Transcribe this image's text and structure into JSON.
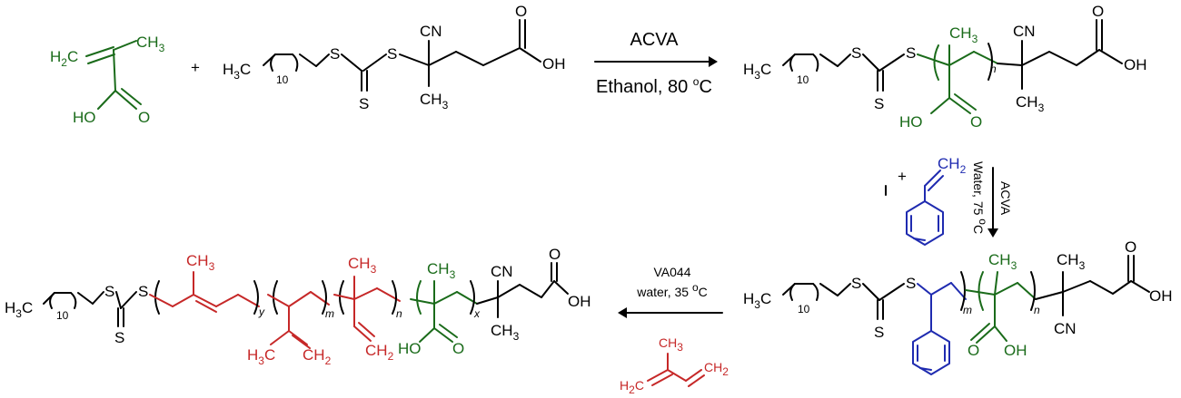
{
  "colors": {
    "black": "#000000",
    "green": "#1a6b1a",
    "red": "#c62828",
    "blue": "#1f2bb0"
  },
  "reactants": {
    "plus": "+",
    "maa": {
      "h2c": "H2C",
      "ch3": "CH3",
      "ho": "HO",
      "o": "O"
    },
    "cta": {
      "h3c": "H3C",
      "ten": "10",
      "s1": "S",
      "s2": "S",
      "s3": "S",
      "cn": "CN",
      "ch3": "CH3",
      "oh": "OH",
      "o": "O"
    }
  },
  "step1": {
    "reagent": "ACVA",
    "conditions": "Ethanol, 80 °C"
  },
  "macro_cta": {
    "h3c": "H3C",
    "ten": "10",
    "s1": "S",
    "s2": "S",
    "s3": "S",
    "ch3": "CH3",
    "n": "n",
    "ho": "HO",
    "o": "O",
    "cn": "CN",
    "ch3b": "CH3",
    "oh": "OH",
    "oo": "O"
  },
  "step2": {
    "plus": "+",
    "ch2": "CH2",
    "reagent": "ACVA",
    "conditions": "Water, 75 °C"
  },
  "block_copolymer": {
    "h3c": "H3C",
    "ten": "10",
    "s1": "S",
    "s2": "S",
    "s3": "S",
    "m": "m",
    "ch3": "CH3",
    "n": "n",
    "o": "O",
    "oh": "OH",
    "cn": "CN",
    "ch3b": "CH3",
    "oh2": "OH",
    "oo": "O"
  },
  "step3": {
    "reagent": "VA044",
    "conditions": "water, 35 °C",
    "h2c": "H2C",
    "ch3": "CH3",
    "ch2": "CH2"
  },
  "final_polymer": {
    "h3c": "H3C",
    "ten": "10",
    "s1": "S",
    "s2": "S",
    "s3": "S",
    "ch3a": "CH3",
    "y": "y",
    "h3c2": "H3C",
    "ch2a": "CH2",
    "m": "m",
    "ch3b": "CH3",
    "ch2b": "CH2",
    "n": "n",
    "ch3c": "CH3",
    "ho": "HO",
    "o": "O",
    "x": "x",
    "cn": "CN",
    "ch3d": "CH3",
    "oh": "OH",
    "oo": "O"
  }
}
